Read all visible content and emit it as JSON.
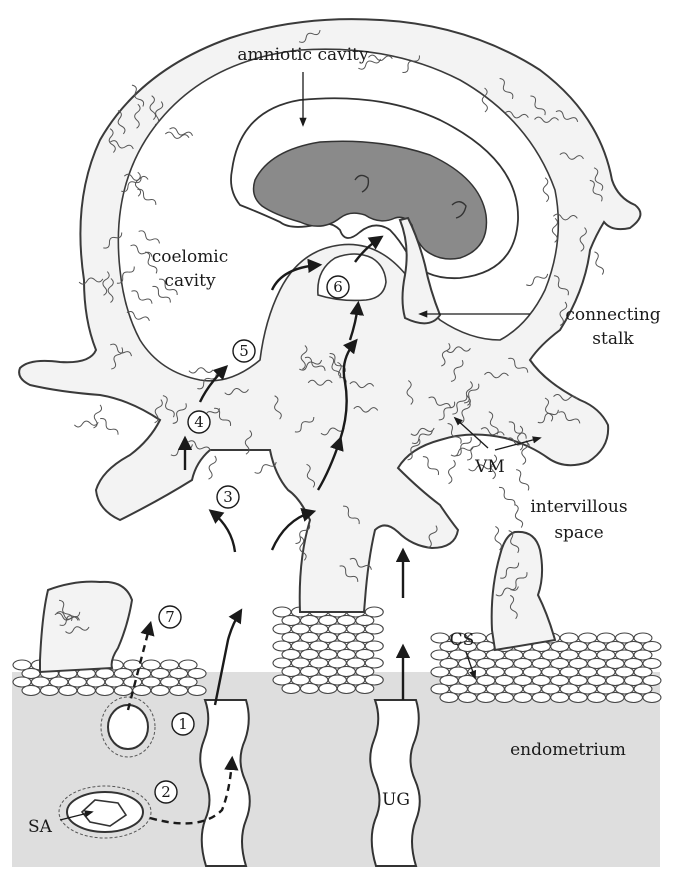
{
  "labels": {
    "amniotic_cavity": "amniotic cavity",
    "coelomic_cavity_line1": "coelomic",
    "coelomic_cavity_line2": "cavity",
    "connecting_stalk_line1": "connecting",
    "connecting_stalk_line2": "stalk",
    "vm": "VM",
    "intervillous_line1": "intervillous",
    "intervillous_line2": "space",
    "cs": "CS",
    "endometrium": "endometrium",
    "ug": "UG",
    "sa": "SA"
  },
  "markers": [
    "1",
    "2",
    "3",
    "4",
    "5",
    "6",
    "7"
  ]
}
